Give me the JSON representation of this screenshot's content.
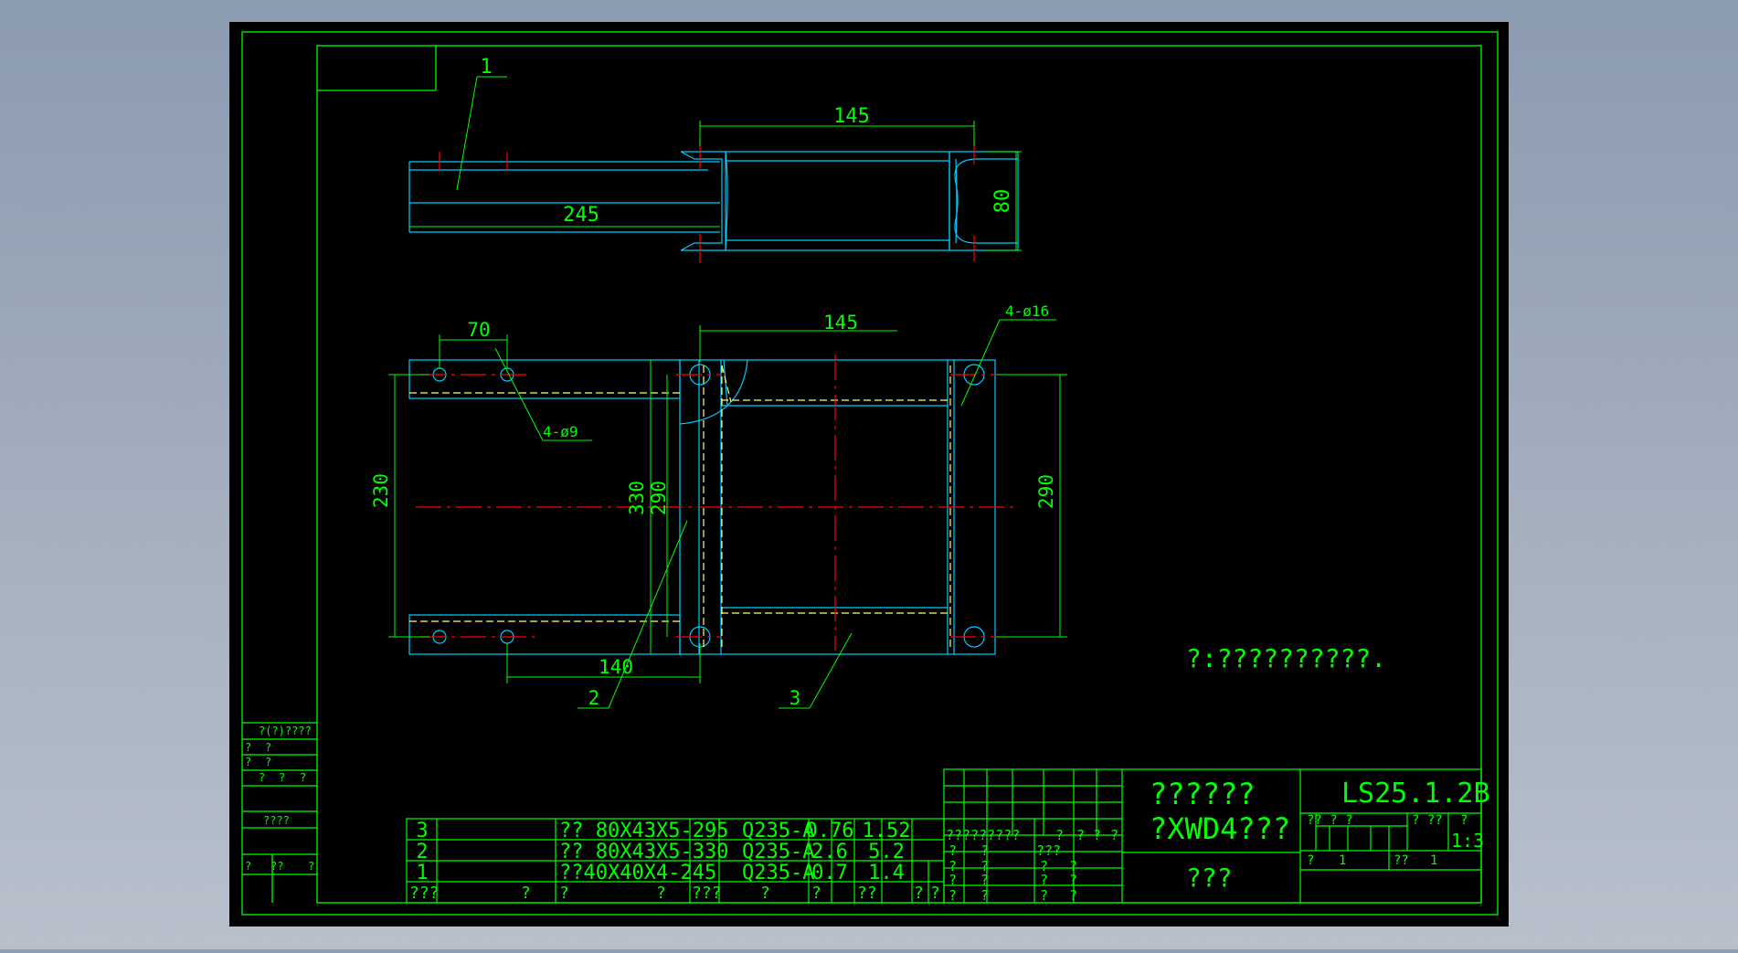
{
  "colors": {
    "background": "#8b9bb0",
    "sheet": "#000000",
    "frame": "#00ff00",
    "outline": "#00ccff",
    "dimension": "#00ff00",
    "hidden": "#ffff66",
    "center": "#ff0000",
    "text": "#00ff00"
  },
  "views": {
    "top_view": {
      "balloon": "1",
      "dim_width": "145",
      "dim_length": "245",
      "dim_height": "80"
    },
    "plan_view": {
      "dim_70": "70",
      "dim_145": "145",
      "hole_small": "4-ø9",
      "hole_large": "4-ø16",
      "dim_230": "230",
      "dim_330": "330",
      "dim_290_inner": "290",
      "dim_290_right": "290",
      "dim_140": "140",
      "balloon_2": "2",
      "balloon_3": "3"
    }
  },
  "note": "?:??????????.",
  "left_block": {
    "row1": "?(?)????",
    "row2a": "?",
    "row2b": "?",
    "row3a": "?",
    "row3b": "?",
    "row4a": "?",
    "row4b": "?",
    "row4c": "?",
    "row5": "????",
    "row6a": "?",
    "row6b": "??",
    "row6c": "?"
  },
  "bom": {
    "rows": [
      {
        "no": "3",
        "name": "?? 80X43X5-295",
        "material": "Q235-A",
        "unit": "0.76",
        "total": "1.52"
      },
      {
        "no": "2",
        "name": "?? 80X43X5-330",
        "material": "Q235-A",
        "unit": "2.6",
        "total": "5.2"
      },
      {
        "no": "1",
        "name": "??40X40X4-245",
        "material": "Q235-A",
        "unit": "0.7",
        "total": "1.4"
      }
    ],
    "header": {
      "no": "???",
      "code": "?",
      "name": "?",
      "qty": "?",
      "material": "???",
      "mass_label": "?",
      "unit": "?",
      "total": "??",
      "remark1": "?",
      "remark2": "?"
    }
  },
  "title_block": {
    "sign_header": "?????????",
    "sign_a": "?",
    "sign_b": "?",
    "sign_c": "?",
    "sign_d": "?",
    "sign_row2a": "?",
    "sign_row2b": "?",
    "sign_row2c": "???",
    "sign_row3a": "?",
    "sign_row3b": "?",
    "sign_row3c": "?",
    "sign_row3d": "?",
    "sign_row4a": "?",
    "sign_row4b": "?",
    "sign_row4c": "?",
    "sign_row4d": "?",
    "sign_row5a": "?",
    "sign_row5b": "?",
    "sign_row5c": "?",
    "sign_row5d": "?",
    "title_line1": "??????",
    "title_line2": "?XWD4???",
    "company": "???",
    "drawing_no": "LS25.1.2B",
    "stage_label": "?? ? ?",
    "weight_label": "? ??",
    "scale_label": "?",
    "scale": "1:3",
    "sheet_a": "?",
    "sheet_b": "1",
    "sheet_c": "??",
    "sheet_d": "1"
  }
}
